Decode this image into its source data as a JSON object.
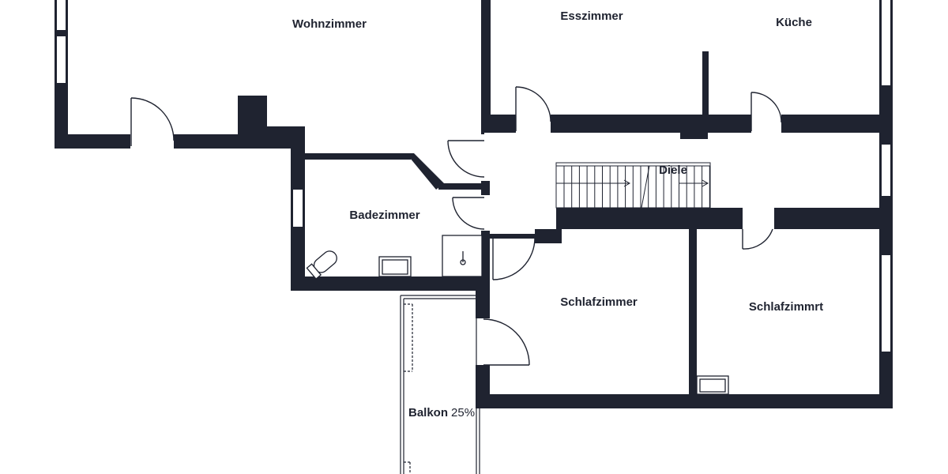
{
  "rooms": {
    "wohnzimmer": "Wohnzimmer",
    "esszimmer": "Esszimmer",
    "kueche": "Küche",
    "diele": "Diele",
    "badezimmer": "Badezimmer",
    "schlafzimmer": "Schlafzimmer",
    "schlafzimmer2": "Schlafzimmrt",
    "balkon": "Balkon",
    "balkon_pct": "25%"
  },
  "colors": {
    "wall": "#1f2330",
    "background": "#ffffff"
  }
}
